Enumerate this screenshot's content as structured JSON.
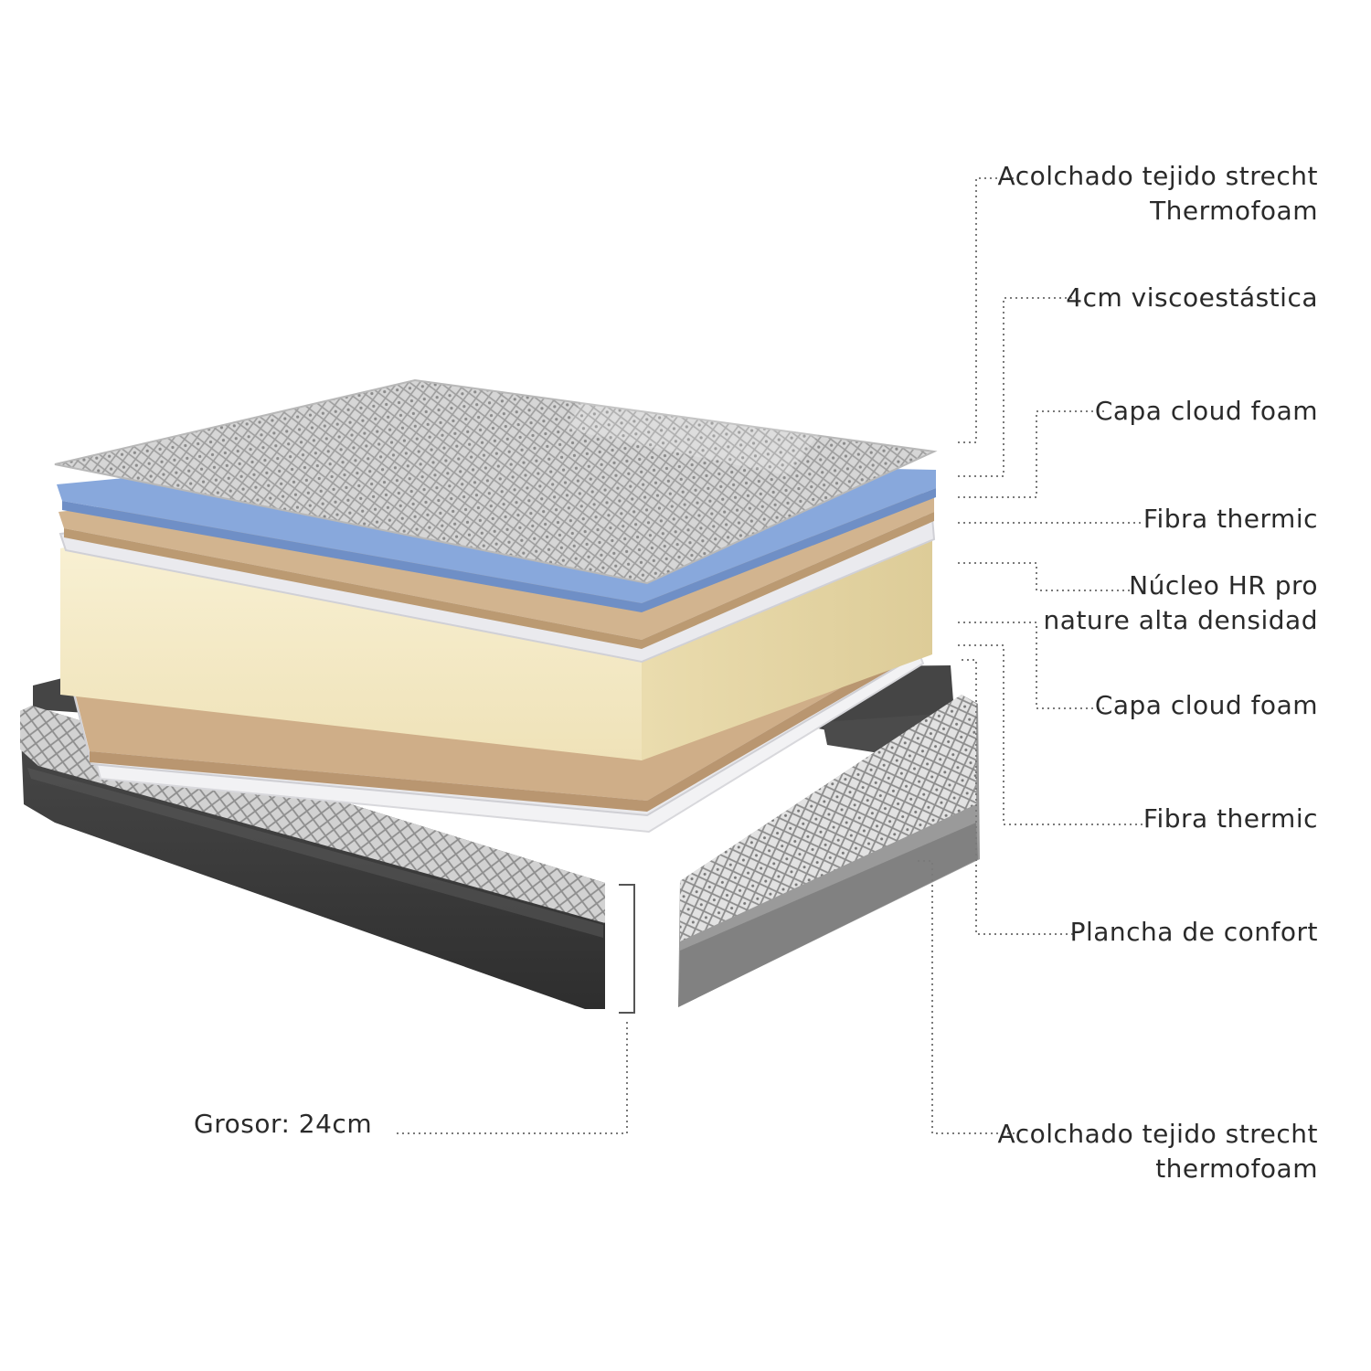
{
  "colors": {
    "quilt_light": "#dcdcdc",
    "quilt_dark": "#9a9a9a",
    "visco_blue": "#7fa0d8",
    "cloud_foam": "#d2b48f",
    "fibra_thermic": "#e9e9ec",
    "core_hr": "#f5ecc8",
    "base_dark": "#3c3c3c",
    "leader_line": "#777777",
    "text": "#2a2a2a"
  },
  "labels": {
    "top_quilt": {
      "line1": "Acolchado tejido strecht",
      "line2": "Thermofoam"
    },
    "visco": "4cm viscoestástica",
    "cloud_top": "Capa cloud foam",
    "fibra_top": "Fibra thermic",
    "core": {
      "line1": "Núcleo HR pro",
      "line2": "nature alta densidad"
    },
    "cloud_bottom": "Capa cloud foam",
    "fibra_bottom": "Fibra thermic",
    "plancha": "Plancha de confort",
    "thickness": "Grosor: 24cm",
    "side_quilt": {
      "line1": "Acolchado tejido strecht",
      "line2": "thermofoam"
    }
  }
}
